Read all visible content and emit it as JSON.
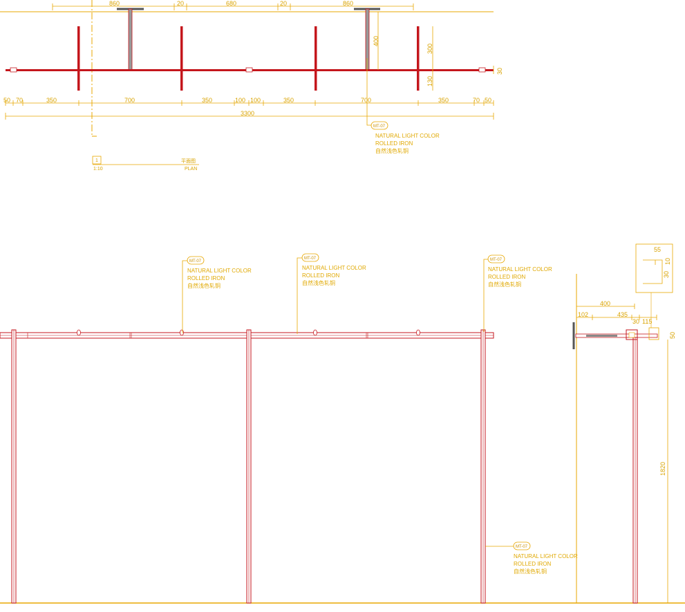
{
  "colors": {
    "dimension": "#e8a700",
    "structure": "#c4161c",
    "dark": "#444444",
    "background": "#ffffff"
  },
  "plan": {
    "top_dims": [
      "860",
      "20",
      "680",
      "20",
      "860"
    ],
    "right_dims": [
      "400",
      "300",
      "130",
      "30"
    ],
    "bottom_dims": [
      "50",
      "70",
      "350",
      "700",
      "350",
      "100",
      "100",
      "350",
      "700",
      "350",
      "70",
      "50"
    ],
    "total": "3300",
    "callout": {
      "tag": "MT-07",
      "lines": [
        "NATURAL LIGHT COLOR",
        "ROLLED IRON",
        "自然浅色轧铜"
      ]
    },
    "title": {
      "number": "1",
      "scale": "1:10",
      "name_cn": "平面图",
      "name_en": "PLAN"
    }
  },
  "elevation": {
    "callouts": [
      {
        "tag": "MT-07",
        "lines": [
          "NATURAL LIGHT COLOR",
          "ROLLED IRON",
          "自然浅色轧铜"
        ]
      },
      {
        "tag": "MT-07",
        "lines": [
          "NATURAL LIGHT COLOR",
          "ROLLED IRON",
          "自然浅色轧铜"
        ]
      },
      {
        "tag": "MT-07",
        "lines": [
          "NATURAL LIGHT COLOR",
          "ROLLED IRON",
          "自然浅色轧铜"
        ]
      },
      {
        "tag": "MT-07",
        "lines": [
          "NATURAL LIGHT COLOR",
          "ROLLED IRON",
          "自然浅色轧铜"
        ]
      }
    ]
  },
  "section": {
    "dims": [
      "400",
      "102",
      "435",
      "30",
      "115",
      "50",
      "1820"
    ],
    "detail_dims": [
      "55",
      "30",
      "10"
    ]
  }
}
